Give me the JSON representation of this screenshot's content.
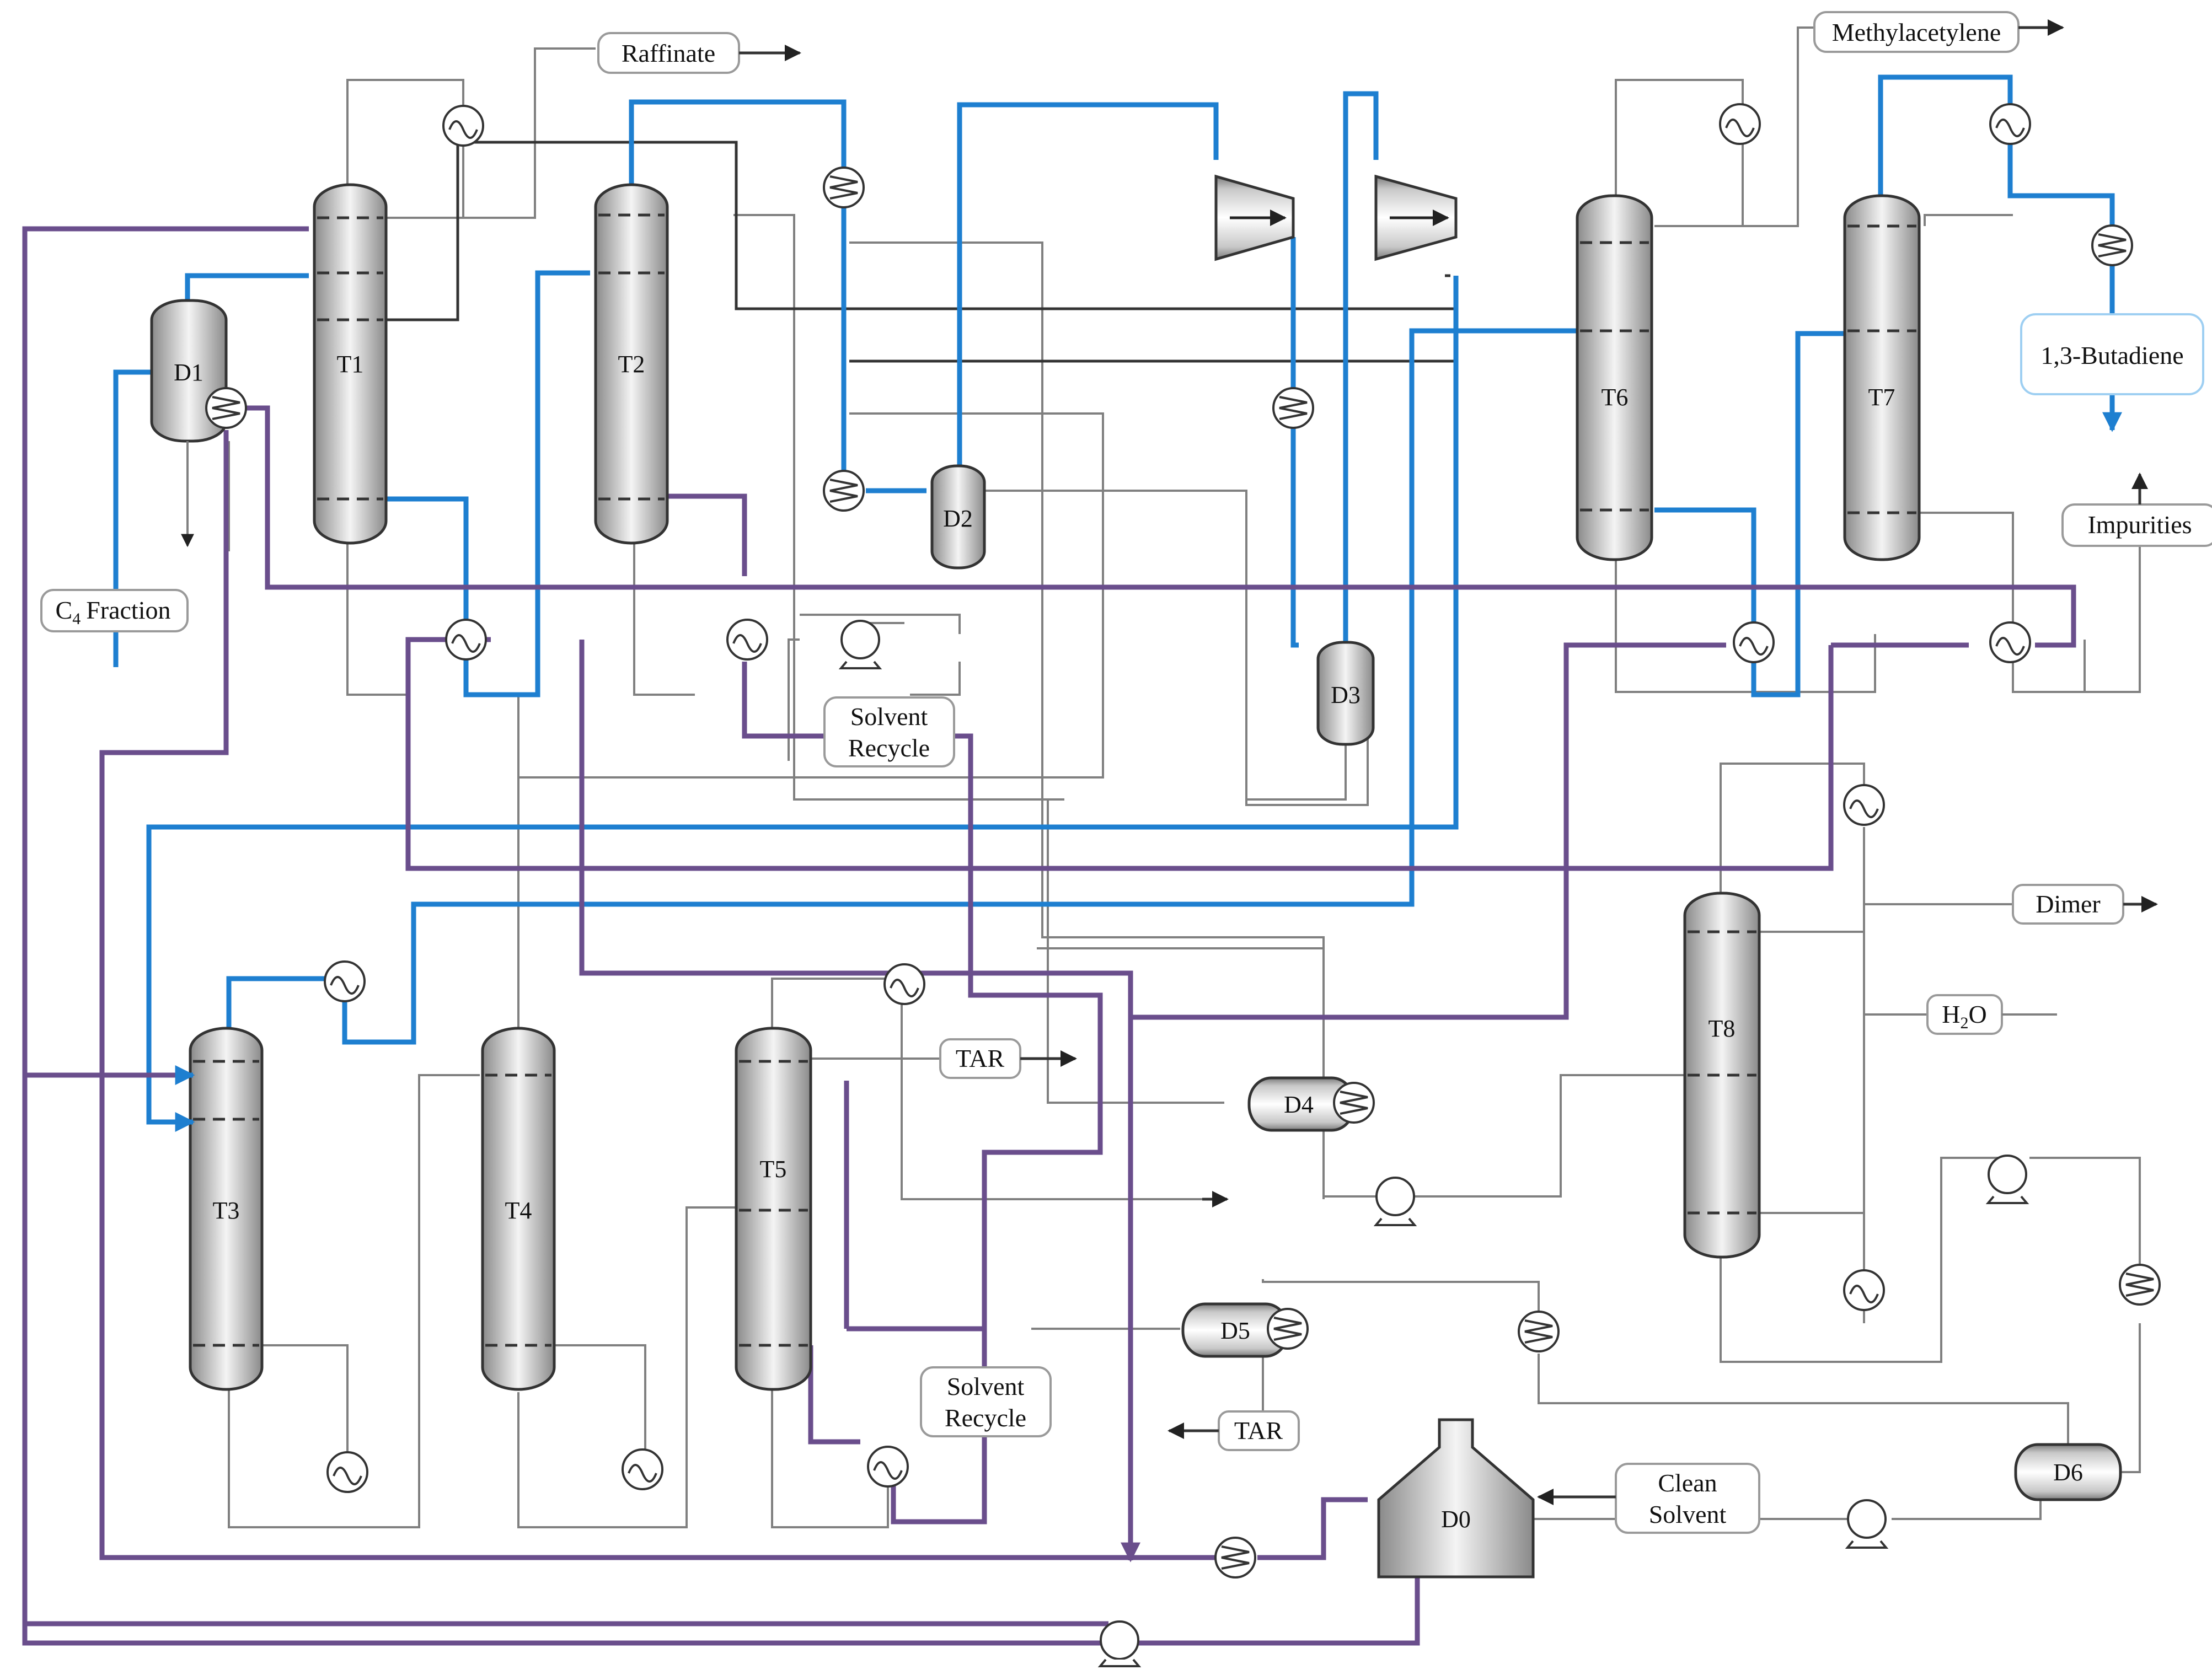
{
  "vessels": {
    "D0": "D0",
    "D1": "D1",
    "D2": "D2",
    "D3": "D3",
    "D4": "D4",
    "D5": "D5",
    "D6": "D6",
    "T1": "T1",
    "T2": "T2",
    "T3": "T3",
    "T4": "T4",
    "T5": "T5",
    "T6": "T6",
    "T7": "T7",
    "T8": "T8"
  },
  "streams": {
    "c4_fraction": "Fraction",
    "c4_prefix": "C",
    "c4_sub": "4",
    "raffinate": "Raffinate",
    "methylacetylene": "Methylacetylene",
    "butadiene": "1,3-Butadiene",
    "impurities": "Impurities",
    "solvent_recycle_top_1": "Solvent",
    "solvent_recycle_top_2": "Recycle",
    "solvent_recycle_bottom_1": "Solvent",
    "solvent_recycle_bottom_2": "Recycle",
    "tar_1": "TAR",
    "tar_2": "TAR",
    "dimer": "Dimer",
    "water_h": "H",
    "water_sub": "2",
    "water_o": "O",
    "clean_solvent_1": "Clean",
    "clean_solvent_2": "Solvent"
  },
  "colors": {
    "solvent_line": "#6a4e8c",
    "product_line": "#1e7fd0",
    "utility_line": "#808080",
    "process_line": "#333333"
  }
}
